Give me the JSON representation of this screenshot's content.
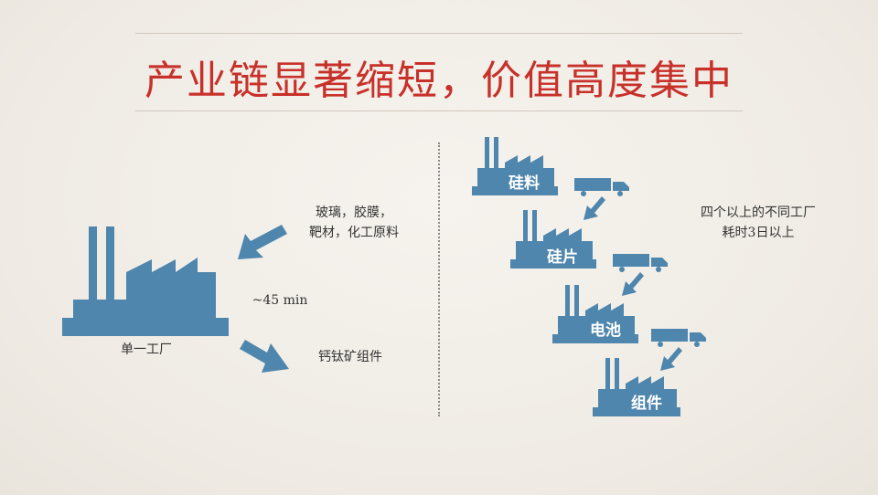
{
  "slide": {
    "title": "产业链显著缩短，价值高度集中"
  },
  "left": {
    "inputs_line1": "玻璃，胶膜，",
    "inputs_line2": "靶材，化工原料",
    "duration": "~45 min",
    "factory_caption": "单一工厂",
    "output": "钙钛矿组件"
  },
  "right": {
    "steps": [
      "硅料",
      "硅片",
      "电池",
      "组件"
    ],
    "note_line1": "四个以上的不同工厂",
    "note_line2": "耗时3日以上"
  },
  "colors": {
    "title": "#c8302a",
    "factory": "#4f86ad"
  },
  "icons": [
    "factory-icon",
    "arrow-icon",
    "truck-icon"
  ]
}
